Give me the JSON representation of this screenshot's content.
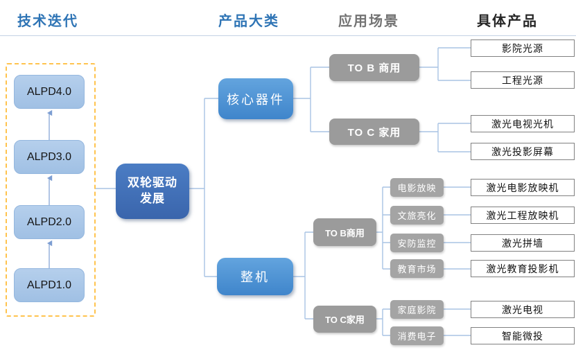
{
  "headers": {
    "tech": "技术迭代",
    "category": "产品大类",
    "scenario": "应用场景",
    "product": "具体产品"
  },
  "tech_iteration": {
    "items": [
      {
        "label": "ALPD4.0"
      },
      {
        "label": "ALPD3.0"
      },
      {
        "label": "ALPD2.0"
      },
      {
        "label": "ALPD1.0"
      }
    ]
  },
  "root": {
    "line1": "双轮驱动",
    "line2": "发展"
  },
  "categories": {
    "core": "核心器件",
    "machine": "整机"
  },
  "segments": {
    "core_b": "TO B 商用",
    "core_c": "TO C 家用",
    "machine_b": "TO B商用",
    "machine_c": "TO C家用"
  },
  "scenarios": [
    {
      "label": "电影放映"
    },
    {
      "label": "文旅亮化"
    },
    {
      "label": "安防监控"
    },
    {
      "label": "教育市场"
    },
    {
      "label": "家庭影院"
    },
    {
      "label": "消费电子"
    }
  ],
  "products": [
    {
      "label": "影院光源"
    },
    {
      "label": "工程光源"
    },
    {
      "label": "激光电视光机"
    },
    {
      "label": "激光投影屏幕"
    },
    {
      "label": "激光电影放映机"
    },
    {
      "label": "激光工程放映机"
    },
    {
      "label": "激光拼墙"
    },
    {
      "label": "激光教育投影机"
    },
    {
      "label": "激光电视"
    },
    {
      "label": "智能微投"
    }
  ],
  "colors": {
    "header_blue": "#2E74B5",
    "header_gray": "#737373",
    "header_dark": "#262626",
    "node_dark_blue": "#3A65AC",
    "node_mid_blue": "#4A90D2",
    "node_light_blue": "#A6C4E7",
    "node_gray": "#9B9B9B",
    "dashed_border": "#FFC34D",
    "connector": "#A9C3E4",
    "arrow": "#7D9ED2"
  }
}
